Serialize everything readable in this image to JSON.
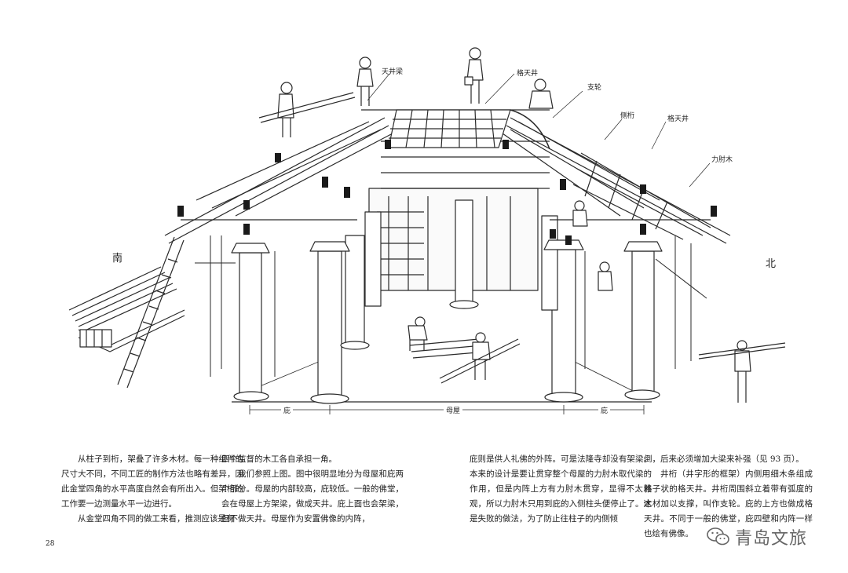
{
  "illustration": {
    "labels": {
      "tianjingliang": "天井梁",
      "getianjing_top": "格天井",
      "zhilun": "支轮",
      "ceheng": "侧桁",
      "getianjing_right": "格天井",
      "lizhoumu": "力肘木"
    },
    "direction_south": "南",
    "direction_north": "北",
    "dimension": {
      "left": "庇",
      "center": "母屋",
      "right": "庇"
    }
  },
  "text": {
    "col1": [
      "从柱子到桁，架叠了许多木材。每一种组件的尺寸大不同，不同工匠的制作方法也略有差异，因此金堂四角的水平高度自然会有所出入。但架桁的工作要一边测量水平一边进行。",
      "从金堂四角不同的做工来看，推测应该是有"
    ],
    "col2": [
      "四个监督的木工各自承担一角。",
      "我们参照上图。图中很明显地分为母屋和庇两个部分。母屋的内部较高，庇较低。一般的佛堂，会在母屋上方架梁，做成天井。庇上面也会架梁，但不做天井。母屋作为安置佛像的内阵，"
    ],
    "col3": [
      "庇则是供人礼佛的外阵。可是法隆寺却没有架梁。本来的设计是要让贯穿整个母屋的力肘木取代梁的作用，但是内阵上方有力肘木贯穿，显得不太雅观，所以力肘木只用到庇的入侧柱头便停止了。这是失败的做法，为了防止往柱子的内侧倾"
    ],
    "col4": [
      "倒，后来必须增加大梁来补强（见 93 页）。",
      "井桁（井字形的框架）内侧用细木条组成格子状的格天井。井桁周围斜立着带有弧度的木材加以支撑，叫作支轮。庇的上方也做成格天井。不同于一般的佛堂，庇四壁和内阵一样也绘有佛像。"
    ]
  },
  "page_number": "28",
  "watermark": {
    "text": "青岛文旅",
    "icon": "wechat-icon"
  }
}
